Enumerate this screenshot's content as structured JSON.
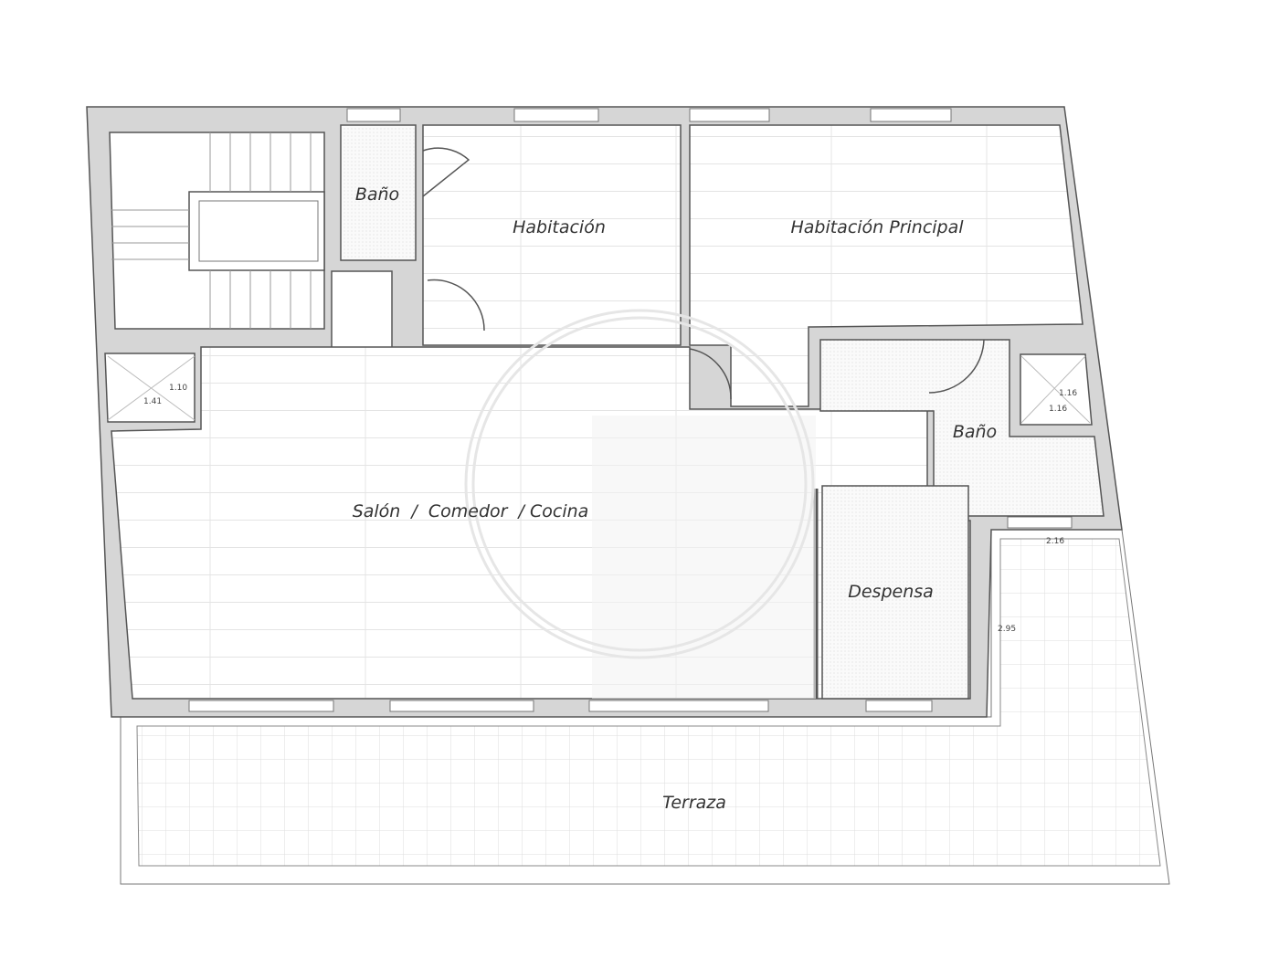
{
  "plan": {
    "rooms": {
      "bano_1": "Baño",
      "habitacion": "Habitación",
      "habitacion_principal": "Habitación Principal",
      "salon": "Salón  /  Comedor  / Cocina",
      "despensa": "Despensa",
      "bano_2": "Baño",
      "terraza": "Terraza"
    },
    "dimensions": {
      "shaft_left_height": "1.10",
      "shaft_left_width": "1.41",
      "shaft_right_height": "1.16",
      "shaft_right_width": "1.16",
      "terrace_width": "2.16",
      "terrace_depth": "2.95"
    },
    "colors": {
      "wall": "#d6d6d6",
      "line": "#555555"
    }
  }
}
